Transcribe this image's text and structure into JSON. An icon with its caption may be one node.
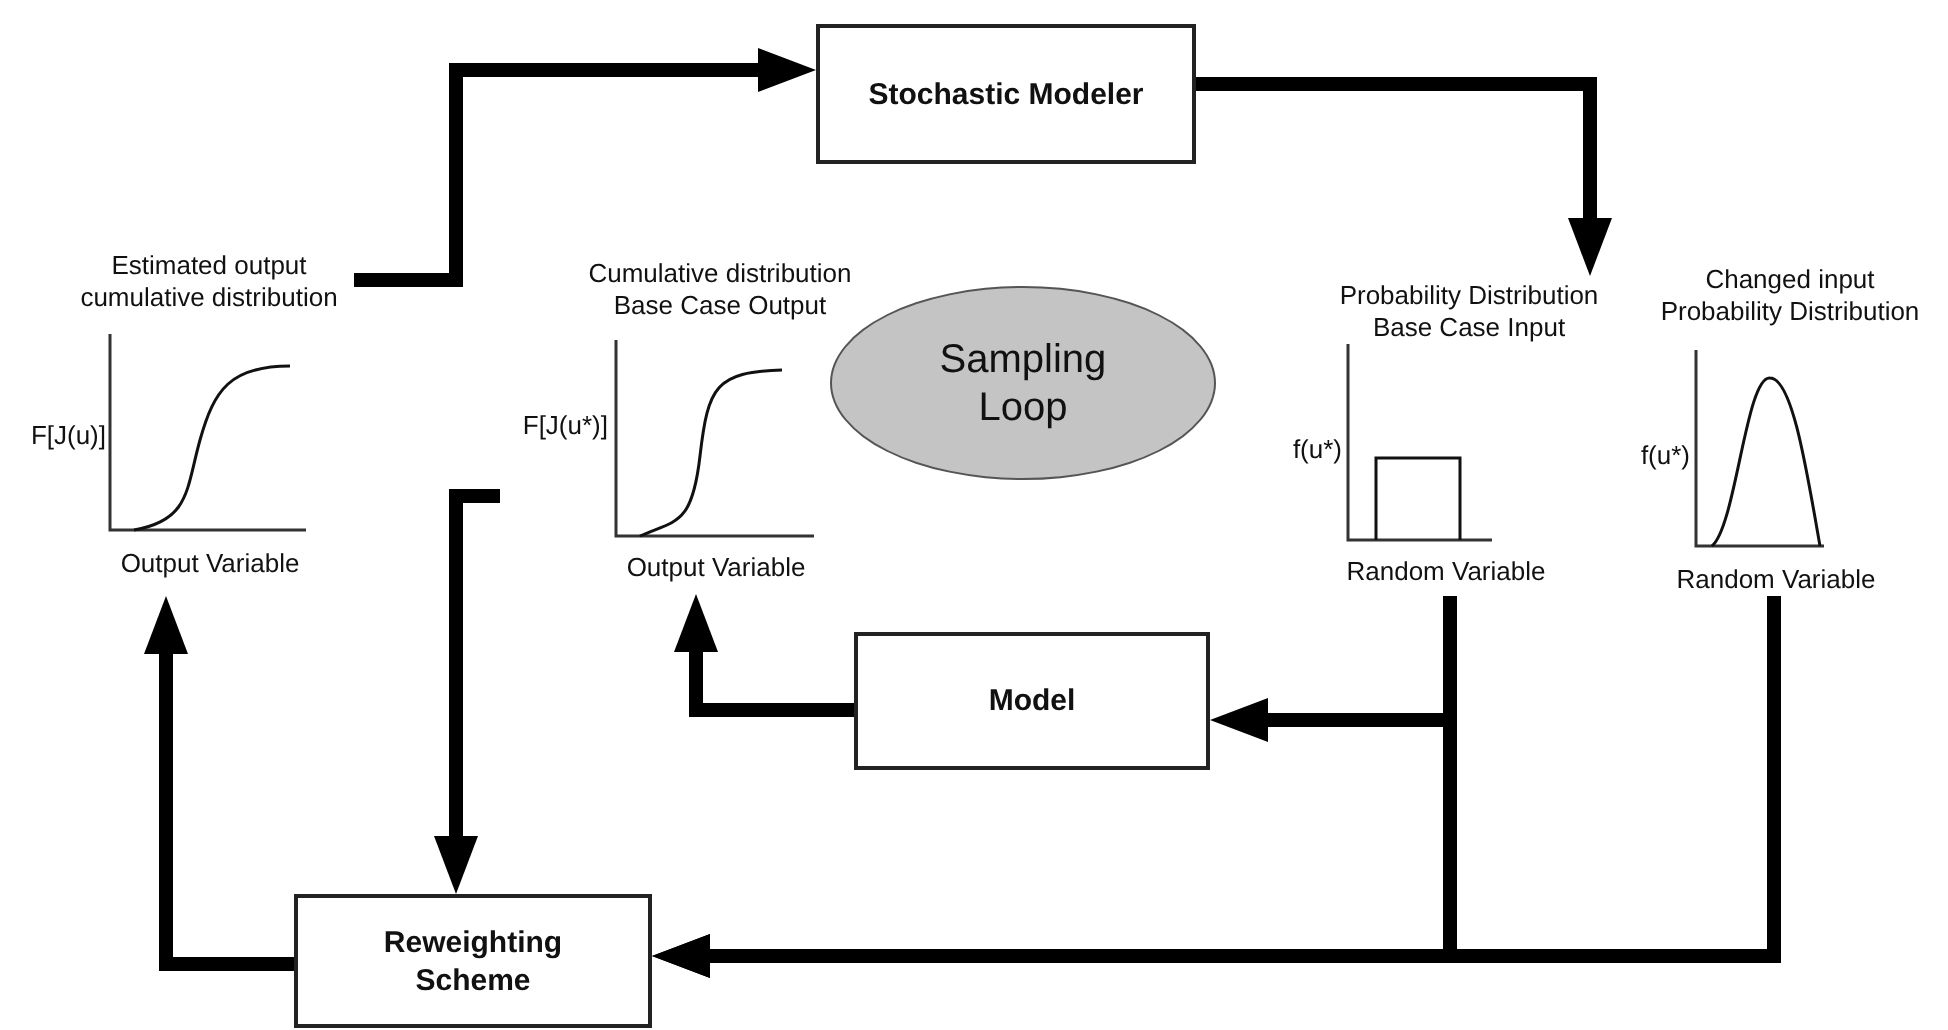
{
  "diagram": {
    "nodes": [
      {
        "text": [
          "Stochastic Modeler"
        ]
      },
      {
        "text": [
          "Estimated output cumulative distribution",
          "F[J(u)]",
          "Output Variable"
        ]
      },
      {
        "text": [
          "Cumulative distribution Base Case Output",
          "F[J(u*)]",
          "Output Variable"
        ]
      },
      {
        "text": [
          "Sampling Loop"
        ]
      },
      {
        "text": [
          "Probability Distribution Base Case Input",
          "f(u*)",
          "Random Variable"
        ]
      },
      {
        "text": [
          "Changed input Probability Distribution",
          "f(u*)",
          "Random Variable"
        ]
      },
      {
        "text": [
          "Model"
        ]
      },
      {
        "text": [
          "Reweighting Scheme"
        ]
      }
    ],
    "edges": [
      {
        "from": 1,
        "to": 0,
        "arrow": "to"
      },
      {
        "from": 0,
        "to": 4,
        "arrow": "to"
      },
      {
        "from": 4,
        "to": 6,
        "arrow": "to"
      },
      {
        "from": 4,
        "to": 7,
        "arrow": "to"
      },
      {
        "from": 5,
        "to": 7,
        "arrow": "to"
      },
      {
        "from": 6,
        "to": 2,
        "arrow": "to"
      },
      {
        "from": 2,
        "to": 7,
        "arrow": "to"
      },
      {
        "from": 7,
        "to": 1,
        "arrow": "to"
      }
    ]
  }
}
